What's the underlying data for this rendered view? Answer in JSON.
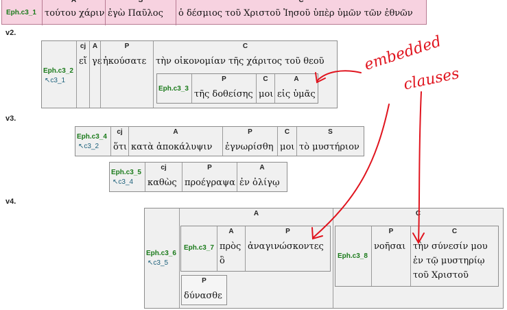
{
  "clauses": {
    "c1": {
      "id": "Eph.c3_1",
      "cells": [
        {
          "role": "A",
          "text": "τούτου χάριν"
        },
        {
          "role": "S",
          "text": "ἐγὼ Παῦλος"
        },
        {
          "role": "C",
          "text": "ὁ δέσμιος τοῦ Χριστοῦ Ἰησοῦ ὑπὲρ ὑμῶν τῶν ἐθνῶν"
        }
      ]
    },
    "c2": {
      "id": "Eph.c3_2",
      "parent": "↖c3_1",
      "cells": [
        {
          "role": "cj",
          "text": "εἴ"
        },
        {
          "role": "A",
          "text": "γε"
        },
        {
          "role": "P",
          "text": "ἠκούσατε"
        },
        {
          "role": "C",
          "text": "τὴν οἰκονομίαν τῆς χάριτος τοῦ θεοῦ"
        }
      ]
    },
    "c3": {
      "id": "Eph.c3_3",
      "cells": [
        {
          "role": "P",
          "text": "τῆς δοθείσης"
        },
        {
          "role": "C",
          "text": "μοι"
        },
        {
          "role": "A",
          "text": "εἰς ὑμᾶς"
        }
      ]
    },
    "c4": {
      "id": "Eph.c3_4",
      "parent": "↖c3_2",
      "cells": [
        {
          "role": "cj",
          "text": "ὅτι"
        },
        {
          "role": "A",
          "text": "κατὰ ἀποκάλυψιν"
        },
        {
          "role": "P",
          "text": "ἐγνωρίσθη"
        },
        {
          "role": "C",
          "text": "μοι"
        },
        {
          "role": "S",
          "text": "τὸ μυστήριον"
        }
      ]
    },
    "c5": {
      "id": "Eph.c3_5",
      "parent": "↖c3_4",
      "cells": [
        {
          "role": "cj",
          "text": "καθὼς"
        },
        {
          "role": "P",
          "text": "προέγραψα"
        },
        {
          "role": "A",
          "text": "ἐν ὀλίγῳ"
        }
      ]
    },
    "c6": {
      "id": "Eph.c3_6",
      "parent": "↖c3_5",
      "roles": {
        "a": "A",
        "c": "C"
      },
      "p_cell": {
        "role": "P",
        "text": "δύνασθε"
      }
    },
    "c7": {
      "id": "Eph.c3_7",
      "cells": [
        {
          "role": "A",
          "text": "πρὸς ὃ"
        },
        {
          "role": "P",
          "text": "ἀναγινώσκοντες"
        }
      ]
    },
    "c8": {
      "id": "Eph.c3_8",
      "cells": [
        {
          "role": "P",
          "text": "νοῆσαι"
        },
        {
          "role": "C",
          "text": "τὴν σύνεσίν μου ἐν τῷ μυστηρίῳ τοῦ Χριστοῦ"
        }
      ]
    }
  },
  "verses": {
    "v2": "v2.",
    "v3": "v3.",
    "v4": "v4."
  },
  "annotation": {
    "line1": "embedded",
    "line2": "clauses"
  },
  "colors": {
    "clause_id": "#1a7a1a",
    "parent_ref": "#1a5f7a",
    "box_bg": "#f0f0f0",
    "root_bg": "#f7d2e0",
    "annotation": "#e0141e"
  }
}
